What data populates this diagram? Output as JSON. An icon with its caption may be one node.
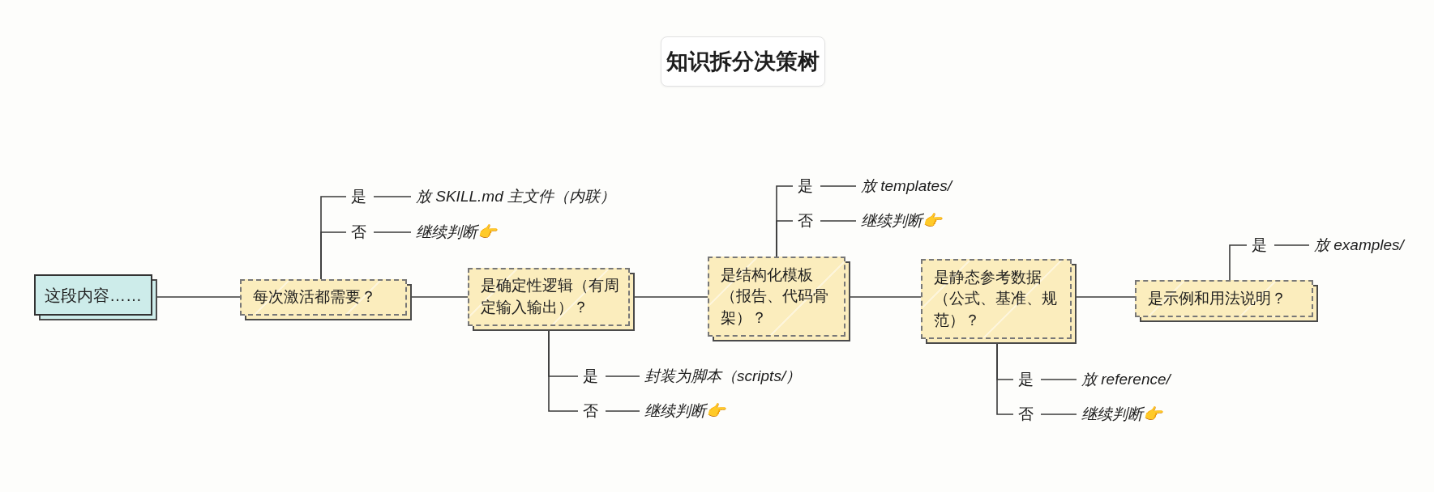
{
  "diagram": {
    "title": "知识拆分决策树",
    "nodes": [
      {
        "text": [
          "这段内容……"
        ]
      },
      {
        "text": [
          "每次激活都需要？"
        ]
      },
      {
        "text": [
          "是"
        ]
      },
      {
        "text": [
          "否"
        ]
      },
      {
        "text": [
          "放 SKILL.md 主文件（内联）"
        ]
      },
      {
        "text": [
          "继续判断👉"
        ]
      },
      {
        "text": [
          "是确定性逻辑（有周定输入输出）？"
        ]
      },
      {
        "text": [
          "是"
        ]
      },
      {
        "text": [
          "否"
        ]
      },
      {
        "text": [
          "封装为脚本（scripts/）"
        ]
      },
      {
        "text": [
          "继续判断👉"
        ]
      },
      {
        "text": [
          "是结构化模板（报告、代码骨架）？"
        ]
      },
      {
        "text": [
          "是"
        ]
      },
      {
        "text": [
          "否"
        ]
      },
      {
        "text": [
          "放 templates/"
        ]
      },
      {
        "text": [
          "继续判断👉"
        ]
      },
      {
        "text": [
          "是静态参考数据（公式、基准、规范）？"
        ]
      },
      {
        "text": [
          "是"
        ]
      },
      {
        "text": [
          "否"
        ]
      },
      {
        "text": [
          "放 reference/"
        ]
      },
      {
        "text": [
          "继续判断👉"
        ]
      },
      {
        "text": [
          "是示例和用法说明？"
        ]
      },
      {
        "text": [
          "是"
        ]
      },
      {
        "text": [
          "放 examples/"
        ]
      }
    ],
    "edges": [
      {
        "from": 0,
        "to": 1,
        "arrow": "none"
      },
      {
        "from": 1,
        "to": 2,
        "arrow": "none"
      },
      {
        "from": 1,
        "to": 3,
        "arrow": "none"
      },
      {
        "from": 2,
        "to": 4,
        "arrow": "none"
      },
      {
        "from": 3,
        "to": 5,
        "arrow": "none"
      },
      {
        "from": 1,
        "to": 6,
        "arrow": "none"
      },
      {
        "from": 6,
        "to": 7,
        "arrow": "none"
      },
      {
        "from": 6,
        "to": 8,
        "arrow": "none"
      },
      {
        "from": 7,
        "to": 9,
        "arrow": "none"
      },
      {
        "from": 8,
        "to": 10,
        "arrow": "none"
      },
      {
        "from": 6,
        "to": 11,
        "arrow": "none"
      },
      {
        "from": 11,
        "to": 12,
        "arrow": "none"
      },
      {
        "from": 11,
        "to": 13,
        "arrow": "none"
      },
      {
        "from": 12,
        "to": 14,
        "arrow": "none"
      },
      {
        "from": 13,
        "to": 15,
        "arrow": "none"
      },
      {
        "from": 11,
        "to": 16,
        "arrow": "none"
      },
      {
        "from": 16,
        "to": 17,
        "arrow": "none"
      },
      {
        "from": 16,
        "to": 18,
        "arrow": "none"
      },
      {
        "from": 17,
        "to": 19,
        "arrow": "none"
      },
      {
        "from": 18,
        "to": 20,
        "arrow": "none"
      },
      {
        "from": 16,
        "to": 21,
        "arrow": "none"
      },
      {
        "from": 21,
        "to": 22,
        "arrow": "none"
      },
      {
        "from": 22,
        "to": 23,
        "arrow": "none"
      }
    ]
  }
}
